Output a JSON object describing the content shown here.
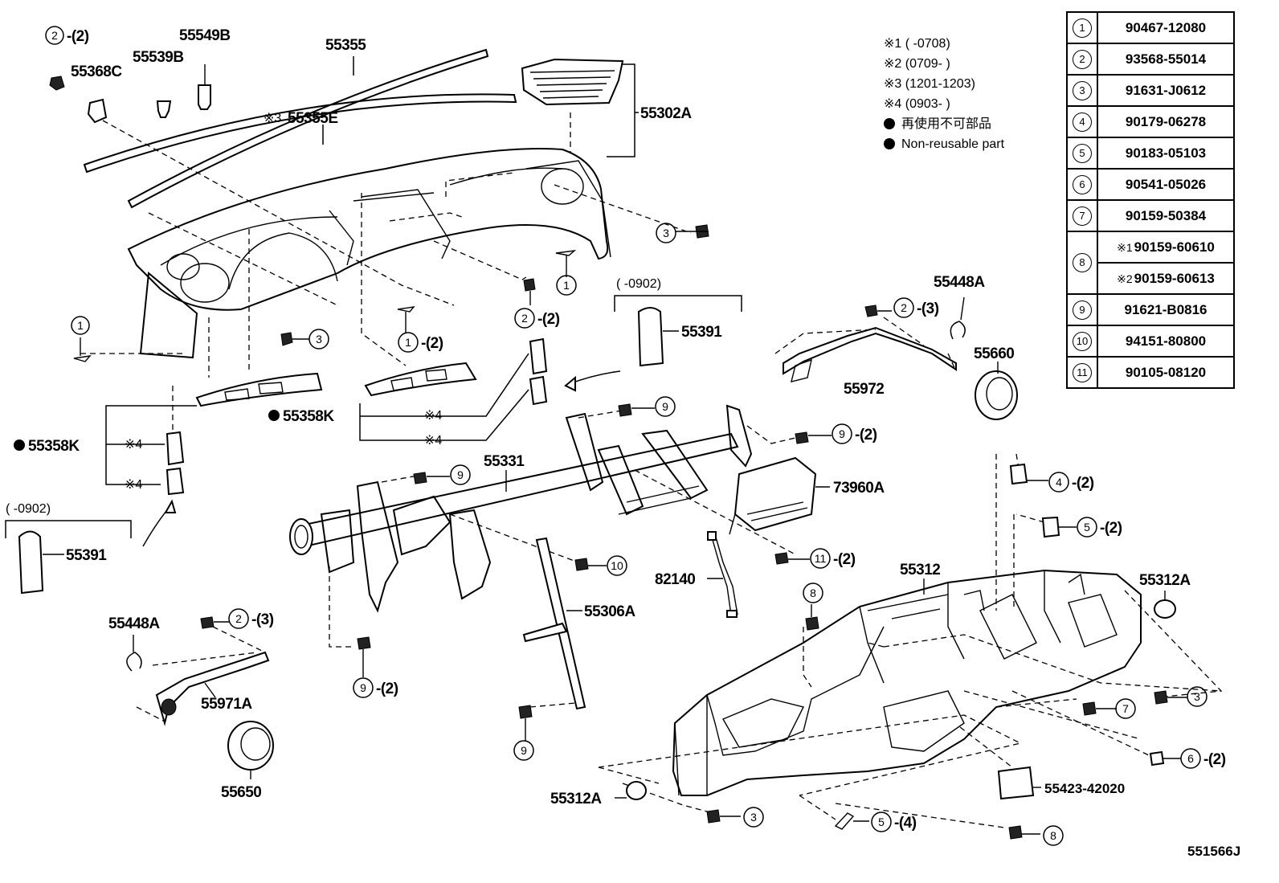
{
  "diagram_id": "551566J",
  "legend": {
    "note1": "※1 (       -0708)",
    "note2": "※2 (0709-       )",
    "note3": "※3 (1201-1203)",
    "note4": "※4 (0903-     )",
    "nonreusable_jp": "再使用不可部品",
    "nonreusable_en": "Non-reusable part"
  },
  "code_table": [
    {
      "idx": "1",
      "code": "90467-12080"
    },
    {
      "idx": "2",
      "code": "93568-55014"
    },
    {
      "idx": "3",
      "code": "91631-J0612"
    },
    {
      "idx": "4",
      "code": "90179-06278"
    },
    {
      "idx": "5",
      "code": "90183-05103"
    },
    {
      "idx": "6",
      "code": "90541-05026"
    },
    {
      "idx": "7",
      "code": "90159-50384"
    },
    {
      "idx": "8",
      "code_a_mark": "※1",
      "code_a": "90159-60610",
      "code_b_mark": "※2",
      "code_b": "90159-60613"
    },
    {
      "idx": "9",
      "code": "91621-B0816"
    },
    {
      "idx": "10",
      "code": "94151-80800"
    },
    {
      "idx": "11",
      "code": "90105-08120"
    }
  ],
  "labels": {
    "p55549B": "55549B",
    "p55355": "55355",
    "p55368C": "55368C",
    "p55539B": "55539B",
    "p55355E": "55355E",
    "p55355E_mark": "※3",
    "p55302A": "55302A",
    "p55448A_r": "55448A",
    "p55660": "55660",
    "p55972": "55972",
    "p55391_top": "55391",
    "p55391_top_range": "(     -0902)",
    "p55391_left": "55391",
    "p55391_left_range": "(     -0902)",
    "p55358K_a": "55358K",
    "p55358K_b": "55358K",
    "mark4": "※4",
    "p55331": "55331",
    "p73960A": "73960A",
    "p82140": "82140",
    "p55306A": "55306A",
    "p55312": "55312",
    "p55312A_r": "55312A",
    "p55312A_b": "55312A",
    "p55448A_l": "55448A",
    "p55971A": "55971A",
    "p55650": "55650",
    "p55423": "55423-42020"
  },
  "callouts": [
    {
      "id": "c2-2-tl",
      "num": "2",
      "qty": "-(2)"
    },
    {
      "id": "c1-left",
      "num": "1",
      "qty": ""
    },
    {
      "id": "c3-mid",
      "num": "3",
      "qty": ""
    },
    {
      "id": "c1-2",
      "num": "1",
      "qty": "-(2)"
    },
    {
      "id": "c2-2-mid",
      "num": "2",
      "qty": "-(2)"
    },
    {
      "id": "c1-right",
      "num": "1",
      "qty": ""
    },
    {
      "id": "c3-top",
      "num": "3",
      "qty": ""
    },
    {
      "id": "c2-3-r",
      "num": "2",
      "qty": "-(3)"
    },
    {
      "id": "c9-a",
      "num": "9",
      "qty": ""
    },
    {
      "id": "c9-2-r",
      "num": "9",
      "qty": "-(2)"
    },
    {
      "id": "c9-b",
      "num": "9",
      "qty": ""
    },
    {
      "id": "c10",
      "num": "10",
      "qty": ""
    },
    {
      "id": "c11-2",
      "num": "11",
      "qty": "-(2)"
    },
    {
      "id": "c4-2",
      "num": "4",
      "qty": "-(2)"
    },
    {
      "id": "c5-2",
      "num": "5",
      "qty": "-(2)"
    },
    {
      "id": "c2-3-l",
      "num": "2",
      "qty": "-(3)"
    },
    {
      "id": "c9-2-b",
      "num": "9",
      "qty": "-(2)"
    },
    {
      "id": "c9-c",
      "num": "9",
      "qty": ""
    },
    {
      "id": "c8-a",
      "num": "8",
      "qty": ""
    },
    {
      "id": "c3-r",
      "num": "3",
      "qty": ""
    },
    {
      "id": "c7",
      "num": "7",
      "qty": ""
    },
    {
      "id": "c6-2",
      "num": "6",
      "qty": "-(2)"
    },
    {
      "id": "c3-b",
      "num": "3",
      "qty": ""
    },
    {
      "id": "c5-4",
      "num": "5",
      "qty": "-(4)"
    },
    {
      "id": "c8-b",
      "num": "8",
      "qty": ""
    }
  ]
}
